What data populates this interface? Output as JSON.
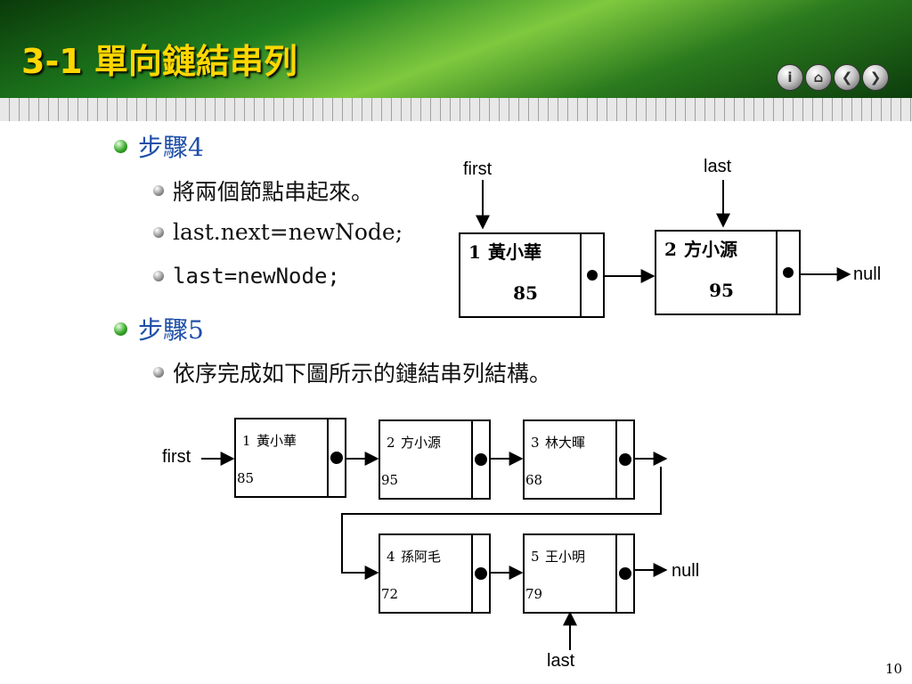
{
  "title": "3-1 單向鏈結串列",
  "nav": [
    "i",
    "⌂",
    "❮",
    "❯"
  ],
  "page": "10",
  "bullets": [
    [
      "l1",
      "步驟4",
      128,
      160
    ],
    [
      "l2",
      "將兩個節點串起來。",
      172,
      212
    ],
    [
      "l2",
      "last.next=newNode;",
      172,
      262
    ],
    [
      "l2 mono",
      "last=newNode;",
      172,
      312
    ],
    [
      "l1",
      "步驟5",
      128,
      365
    ],
    [
      "l2",
      "依序完成如下圖所示的鏈結串列結構。",
      172,
      416
    ]
  ],
  "d1": {
    "first": "first",
    "last": "last",
    "null": "null",
    "nodes": [
      {
        "num": "1",
        "name": "黃小華",
        "score": "85"
      },
      {
        "num": "2",
        "name": "方小源",
        "score": "95"
      }
    ]
  },
  "d2": {
    "first": "first",
    "last": "last",
    "null": "null",
    "nodes": [
      {
        "num": "1",
        "name": "黃小華",
        "score": "85"
      },
      {
        "num": "2",
        "name": "方小源",
        "score": "95"
      },
      {
        "num": "3",
        "name": "林大暉",
        "score": "68"
      },
      {
        "num": "4",
        "name": "孫阿毛",
        "score": "72"
      },
      {
        "num": "5",
        "name": "王小明",
        "score": "79"
      }
    ]
  }
}
